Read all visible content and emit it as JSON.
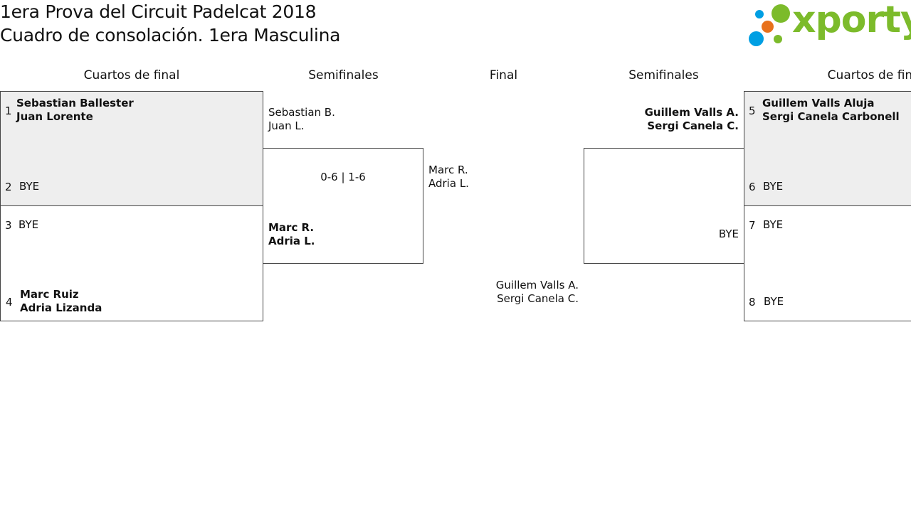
{
  "header": {
    "title_line1": "1era Prova del Circuit Padelcat 2018",
    "title_line2": "Cuadro de consolación. 1era Masculina",
    "logo_text": "xporty",
    "logo_colors": [
      "#009fe3",
      "#e8711c",
      "#7cbb2b"
    ]
  },
  "columns": {
    "qf_left": "Cuartos de final",
    "sf_left": "Semifinales",
    "final": "Final",
    "sf_right": "Semifinales",
    "qf_right": "Cuartos de final"
  },
  "quarterfinals_left": [
    {
      "seed": "1",
      "p1": "Sebastian Ballester",
      "p2": "Juan Lorente"
    },
    {
      "seed": "2",
      "p1": "BYE"
    },
    {
      "seed": "3",
      "p1": "BYE"
    },
    {
      "seed": "4",
      "p1": "Marc Ruiz",
      "p2": "Adria Lizanda"
    }
  ],
  "semifinal_left": {
    "top_p1": "Sebastian B.",
    "top_p2": "Juan L.",
    "score": "0-6 | 1-6",
    "bottom_p1": "Marc R.",
    "bottom_p2": "Adria L."
  },
  "final": {
    "left_p1": "Marc R.",
    "left_p2": "Adria L.",
    "right_p1": "Guillem Valls A.",
    "right_p2": "Sergi Canela C."
  },
  "semifinal_right": {
    "top_p1": "Guillem Valls A.",
    "top_p2": "Sergi Canela C.",
    "bottom_p1": "BYE"
  },
  "quarterfinals_right": [
    {
      "seed": "5",
      "p1": "Guillem Valls Aluja",
      "p2": "Sergi Canela Carbonell"
    },
    {
      "seed": "6",
      "p1": "BYE"
    },
    {
      "seed": "7",
      "p1": "BYE"
    },
    {
      "seed": "8",
      "p1": "BYE"
    }
  ]
}
